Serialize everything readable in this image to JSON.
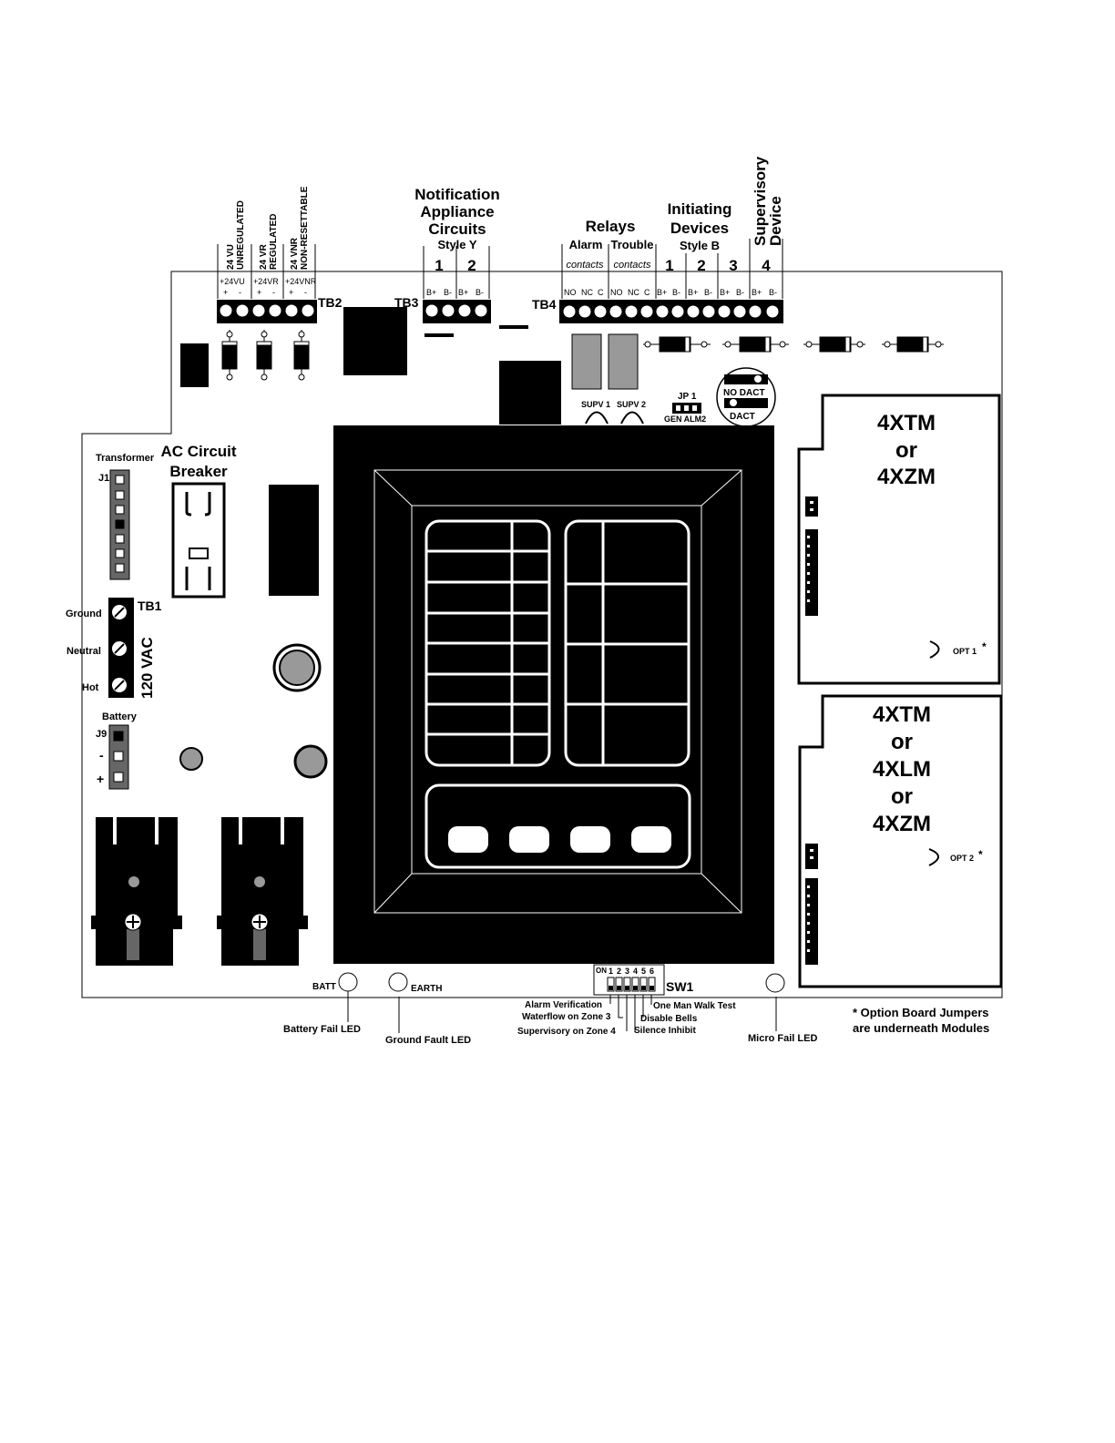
{
  "power_taps": {
    "tap1": {
      "line1": "24 VU",
      "line2": "UNREGULATED",
      "pin": "+24VU"
    },
    "tap2": {
      "line1": "24 VR",
      "line2": "REGULATED",
      "pin": "+24VR"
    },
    "tap3": {
      "line1": "24 VNR",
      "line2": "NON-RESETTABLE",
      "pin": "+24VNR"
    },
    "plus": "+",
    "minus": "-"
  },
  "terminal_blocks": {
    "tb1": "TB1",
    "tb2": "TB2",
    "tb3": "TB3",
    "tb4": "TB4"
  },
  "nac": {
    "line1": "Notification",
    "line2": "Appliance",
    "line3": "Circuits",
    "style": "Style Y",
    "ckt1": "1",
    "ckt2": "2",
    "bplus": "B+",
    "bminus": "B-"
  },
  "relays": {
    "title": "Relays",
    "alarm": "Alarm",
    "trouble": "Trouble",
    "contacts": "contacts",
    "no": "NO",
    "nc": "NC",
    "c": "C"
  },
  "initiating": {
    "line1": "Initiating",
    "line2": "Devices",
    "style": "Style B",
    "z1": "1",
    "z2": "2",
    "z3": "3"
  },
  "supervisory": {
    "line1": "Supervisory",
    "line2": "Device",
    "z4": "4"
  },
  "jumpers": {
    "supv1": "SUPV 1",
    "supv2": "SUPV 2",
    "jp1": "JP 1",
    "gen_alm2": "GEN ALM2",
    "no_dact": "NO DACT",
    "dact": "DACT"
  },
  "ac_breaker": {
    "line1": "AC Circuit",
    "line2": "Breaker"
  },
  "transformer": {
    "label": "Transformer",
    "connector": "J1"
  },
  "power_input": {
    "ground": "Ground",
    "neutral": "Neutral",
    "hot": "Hot",
    "voltage": "120 VAC"
  },
  "battery": {
    "label": "Battery",
    "connector": "J9",
    "minus": "-",
    "plus": "+"
  },
  "modules": {
    "opt1": {
      "line1": "4XTM",
      "line2": "or",
      "line3": "4XZM",
      "jumper": "OPT 1",
      "star": "*"
    },
    "opt2": {
      "line1": "4XTM",
      "line2": "or",
      "line3": "4XLM",
      "line4": "or",
      "line5": "4XZM",
      "jumper": "OPT 2",
      "star": "*"
    }
  },
  "leds": {
    "batt": "BATT",
    "earth": "EARTH",
    "battery_fail": "Battery Fail LED",
    "ground_fault": "Ground Fault LED",
    "micro_fail": "Micro Fail LED"
  },
  "sw1": {
    "label": "SW1",
    "on": "ON",
    "positions": [
      "1",
      "2",
      "3",
      "4",
      "5",
      "6"
    ],
    "functions": {
      "alarm_verification": "Alarm Verification",
      "waterflow": "Waterflow on Zone 3",
      "supervisory": "Supervisory on Zone 4",
      "one_man_walk": "One Man Walk Test",
      "disable_bells": "Disable Bells",
      "silence_inhibit": "Silence Inhibit"
    }
  },
  "note": {
    "line1": "* Option Board Jumpers",
    "line2": "are underneath Modules"
  }
}
